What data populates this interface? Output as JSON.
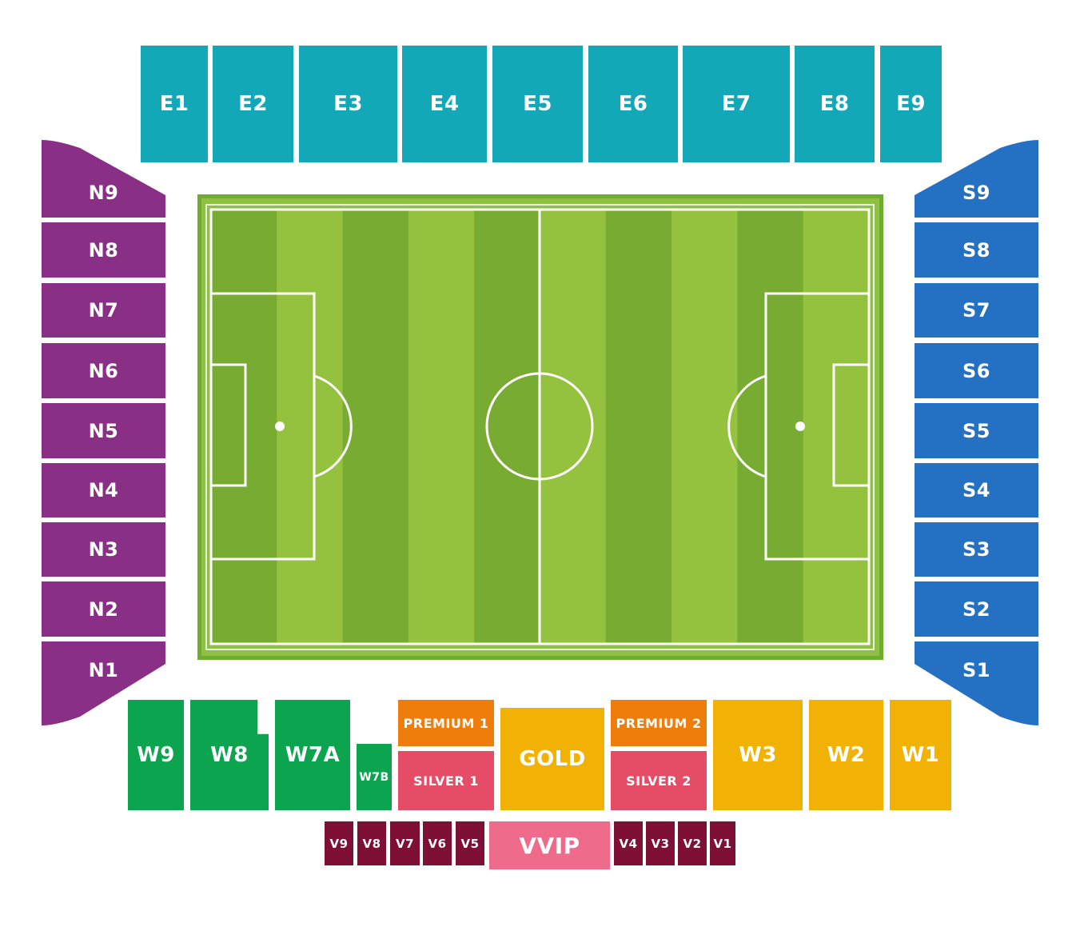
{
  "colors": {
    "east": "#13a8b7",
    "north": "#8a2f86",
    "south": "#2470c2",
    "west_green": "#0ca44f",
    "west_yellow": "#f2b205",
    "premium": "#ee7d0b",
    "silver": "#e54c66",
    "v_boxes": "#7d1034",
    "vvip": "#ee6b8b",
    "pitch_dark": "#77ab32",
    "pitch_light": "#95c23e",
    "pitch_border": "#6fad2f"
  },
  "east": [
    "E1",
    "E2",
    "E3",
    "E4",
    "E5",
    "E6",
    "E7",
    "E8",
    "E9"
  ],
  "north": [
    "N9",
    "N8",
    "N7",
    "N6",
    "N5",
    "N4",
    "N3",
    "N2",
    "N1"
  ],
  "south": [
    "S9",
    "S8",
    "S7",
    "S6",
    "S5",
    "S4",
    "S3",
    "S2",
    "S1"
  ],
  "west": {
    "w9": "W9",
    "w8": "W8",
    "w7a": "W7A",
    "w7b": "W7B",
    "premium1": "PREMIUM 1",
    "silver1": "SILVER 1",
    "gold": "GOLD",
    "premium2": "PREMIUM 2",
    "silver2": "SILVER 2",
    "w3": "W3",
    "w2": "W2",
    "w1": "W1"
  },
  "vip_row": {
    "left": [
      "V9",
      "V8",
      "V7",
      "V6",
      "V5"
    ],
    "vvip": "VVIP",
    "right": [
      "V4",
      "V3",
      "V2",
      "V1"
    ]
  }
}
